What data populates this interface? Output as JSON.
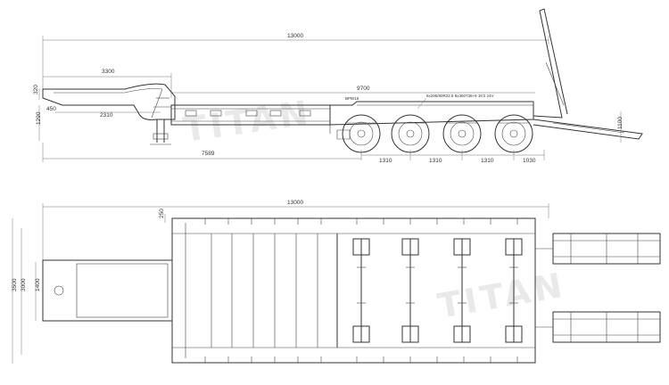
{
  "brand": {
    "watermark": "TITAN"
  },
  "side_view": {
    "overall_length": "13000",
    "gooseneck_length": "3300",
    "deck_length": "9700",
    "kingpin_offset": "2310",
    "deck_to_axle": "7589",
    "axle_spacing": [
      "1310",
      "1310",
      "1310"
    ],
    "rear_overhang": "1030",
    "neck_height": "320",
    "kingpin_height": "450",
    "deck_height": "1290",
    "ramp_height": "1100",
    "deck_note": "BPW16",
    "tyre_note": "8x295/80R22.5 8x360736+8 16'2 24V"
  },
  "top_view": {
    "overall_length": "13000",
    "overall_width": "3500",
    "frame_width": "3000",
    "neck_width": "1400",
    "side_gap": "250"
  }
}
